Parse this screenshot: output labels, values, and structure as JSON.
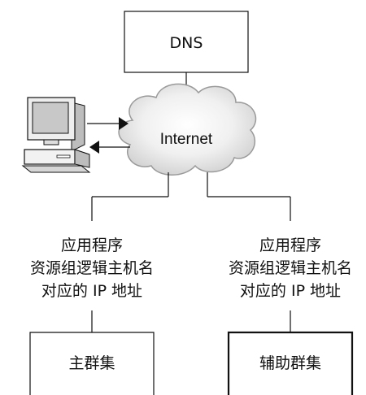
{
  "diagram": {
    "dns_label": "DNS",
    "internet_label": "Internet",
    "left_caption": {
      "line1": "应用程序",
      "line2": "资源组逻辑主机名",
      "line3": "对应的 IP 地址"
    },
    "right_caption": {
      "line1": "应用程序",
      "line2": "资源组逻辑主机名",
      "line3": "对应的 IP 地址"
    },
    "primary_cluster_label": "主群集",
    "secondary_cluster_label": "辅助群集",
    "icons": {
      "computer": "desktop-computer-icon",
      "cloud": "cloud-icon"
    },
    "colors": {
      "line": "#111111",
      "cloud_fill": "#dedede",
      "cloud_stroke": "#9a9a9a",
      "monitor_screen": "#c8c8c8"
    }
  }
}
